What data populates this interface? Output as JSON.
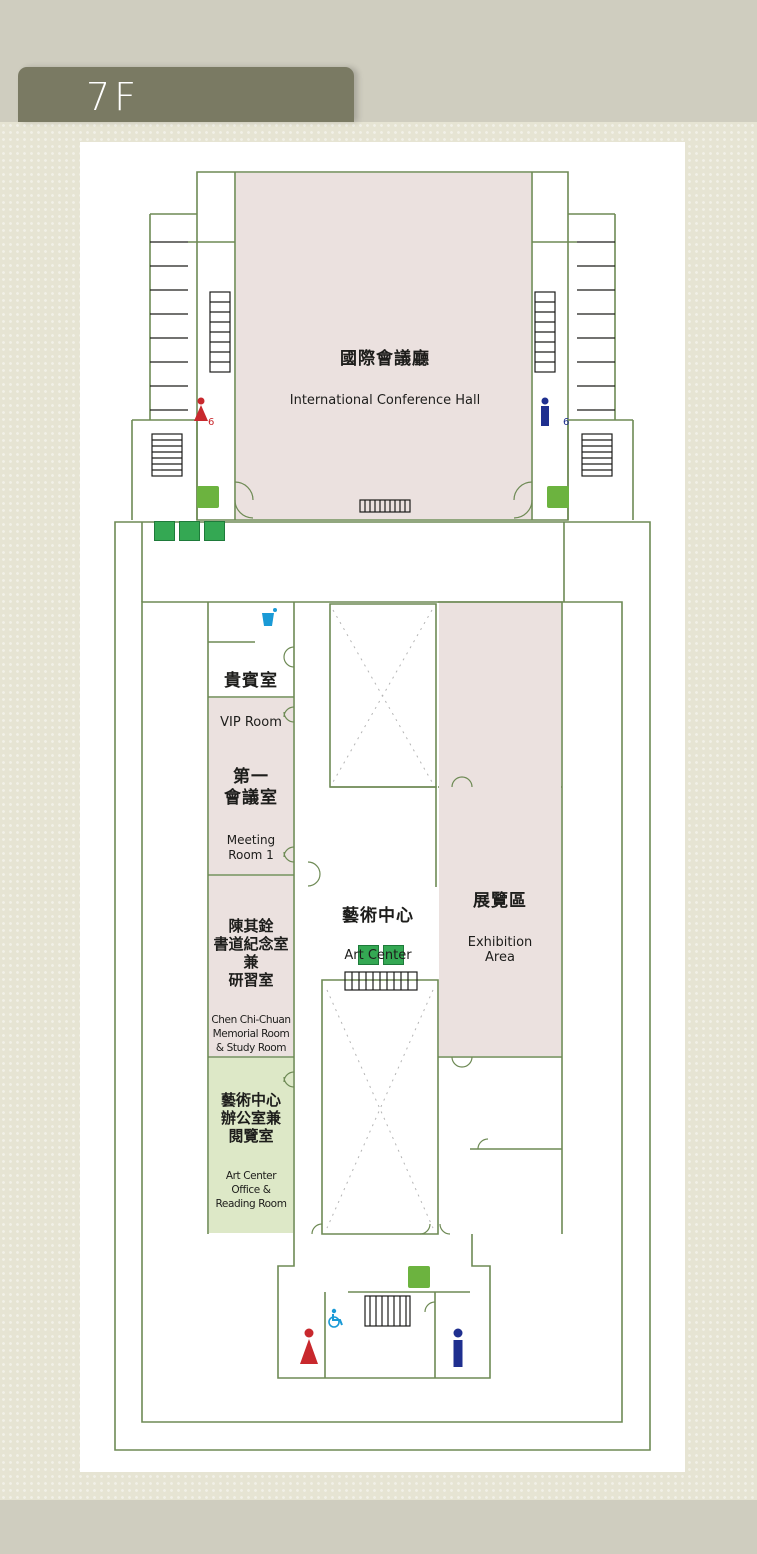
{
  "floor": {
    "label": "7F"
  },
  "rooms": {
    "conference_hall": {
      "zh": "國際會議廳",
      "en": "International Conference Hall"
    },
    "vip_room": {
      "zh": "貴賓室",
      "en": "VIP Room"
    },
    "meeting_room_1": {
      "zh": "第一\n會議室",
      "en": "Meeting\nRoom 1"
    },
    "memorial_room": {
      "zh": "陳其銓\n書道紀念室\n兼\n研習室",
      "en": "Chen Chi-Chuan\nMemorial Room\n& Study Room"
    },
    "art_center": {
      "zh": "藝術中心",
      "en": "Art Center"
    },
    "exhibition_area": {
      "zh": "展覽區",
      "en": "Exhibition\nArea"
    },
    "art_center_office": {
      "zh": "藝術中心\n辦公室兼\n閱覽室",
      "en": "Art Center\nOffice &\nReading Room"
    }
  },
  "stair_floor_numbers": {
    "left": "6",
    "right": "6"
  },
  "colors": {
    "room_fill": "#ebe1df",
    "office_fill": "#dde8c7",
    "wall": "#6e8a55",
    "tab": "#7a7a63",
    "background": "#e6e4d3",
    "exit_green": "#6cb33f",
    "elevator_green": "#34a853",
    "womens_red": "#c8282d",
    "mens_blue": "#1f2f8f",
    "accessible_blue": "#1a9ad6"
  },
  "icons": [
    "emergency-exit-icon",
    "elevator-icon",
    "escalator-icon",
    "stairs-icon",
    "womens-restroom-icon",
    "mens-restroom-icon",
    "accessible-restroom-icon",
    "water-dispenser-icon"
  ]
}
